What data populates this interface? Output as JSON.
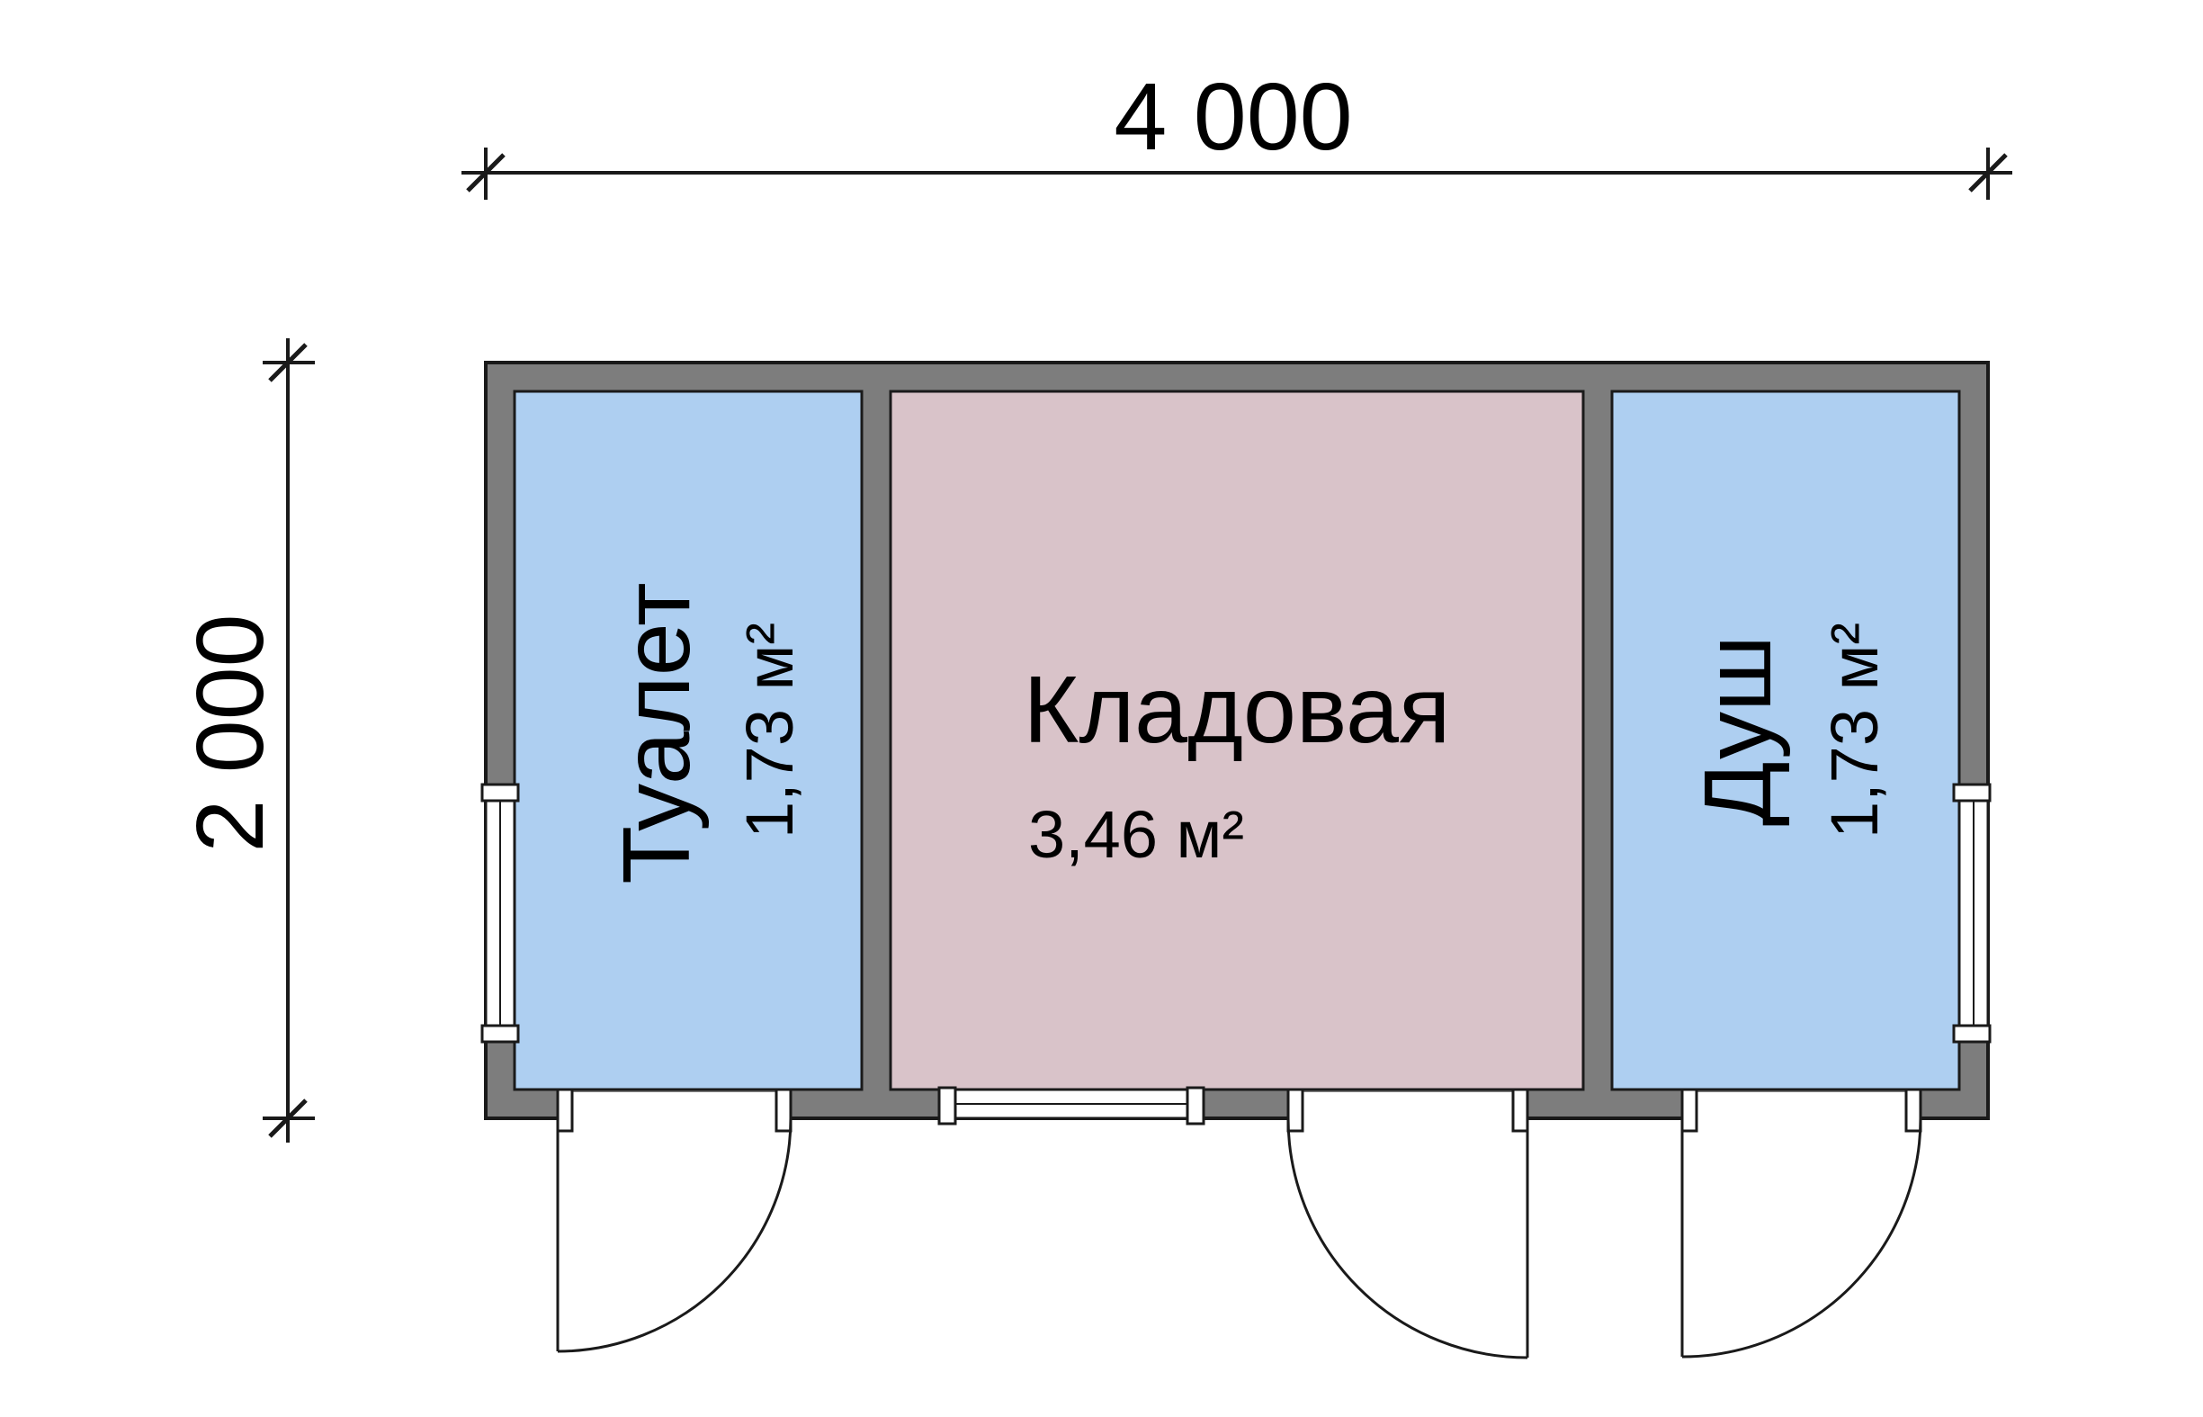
{
  "dimensions": {
    "width": "4 000",
    "height": "2 000"
  },
  "rooms": [
    {
      "name": "Туалет",
      "area": "1,73 м²"
    },
    {
      "name": "Кладовая",
      "area": "3,46 м²"
    },
    {
      "name": "Душ",
      "area": "1,73 м²"
    }
  ],
  "colors": {
    "wall": "#7d7d7d",
    "outline": "#1a1a1a",
    "room_wet": "#aecff1",
    "room_storage": "#d9c3c9",
    "background": "#ffffff"
  }
}
